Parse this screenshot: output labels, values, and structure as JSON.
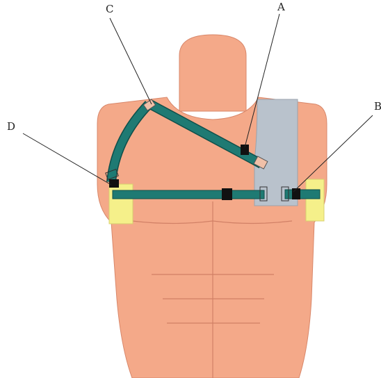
{
  "figure": {
    "labels": {
      "a": "A",
      "b": "B",
      "c": "C",
      "d": "D"
    }
  },
  "colors": {
    "body": "#f4a989",
    "body_shadow": "#e59677",
    "strap": "#1f7a73",
    "strap_edge": "#0f4f4a",
    "pad": "#f5f08a",
    "plate": "#b9c2cc",
    "buckle": "#111111",
    "clip": "#f0c0a8"
  }
}
